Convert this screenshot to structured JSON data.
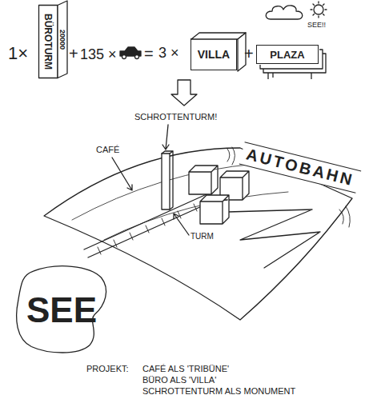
{
  "diagram": {
    "caption": "PROJEKT:",
    "nodes": [
      {
        "text": [
          "BÜROTURM",
          "20000"
        ]
      },
      {
        "text": [
          "VILLA"
        ]
      },
      {
        "text": [
          "PLAZA"
        ]
      },
      {
        "text": [
          "AUTOBAHN"
        ]
      },
      {
        "text": [
          "SEE"
        ]
      }
    ],
    "labels": [
      "1×",
      "+",
      "135 ×",
      "=",
      "3 ×",
      "+",
      "SEE!!",
      "SCHROTTENTURM!",
      "CAFÉ",
      "TURM",
      "CAFÉ ALS 'TRIBÜNE'",
      "BÜRO ALS 'VILLA'",
      "SCHROTTENTURM ALS MONUMENT"
    ]
  }
}
